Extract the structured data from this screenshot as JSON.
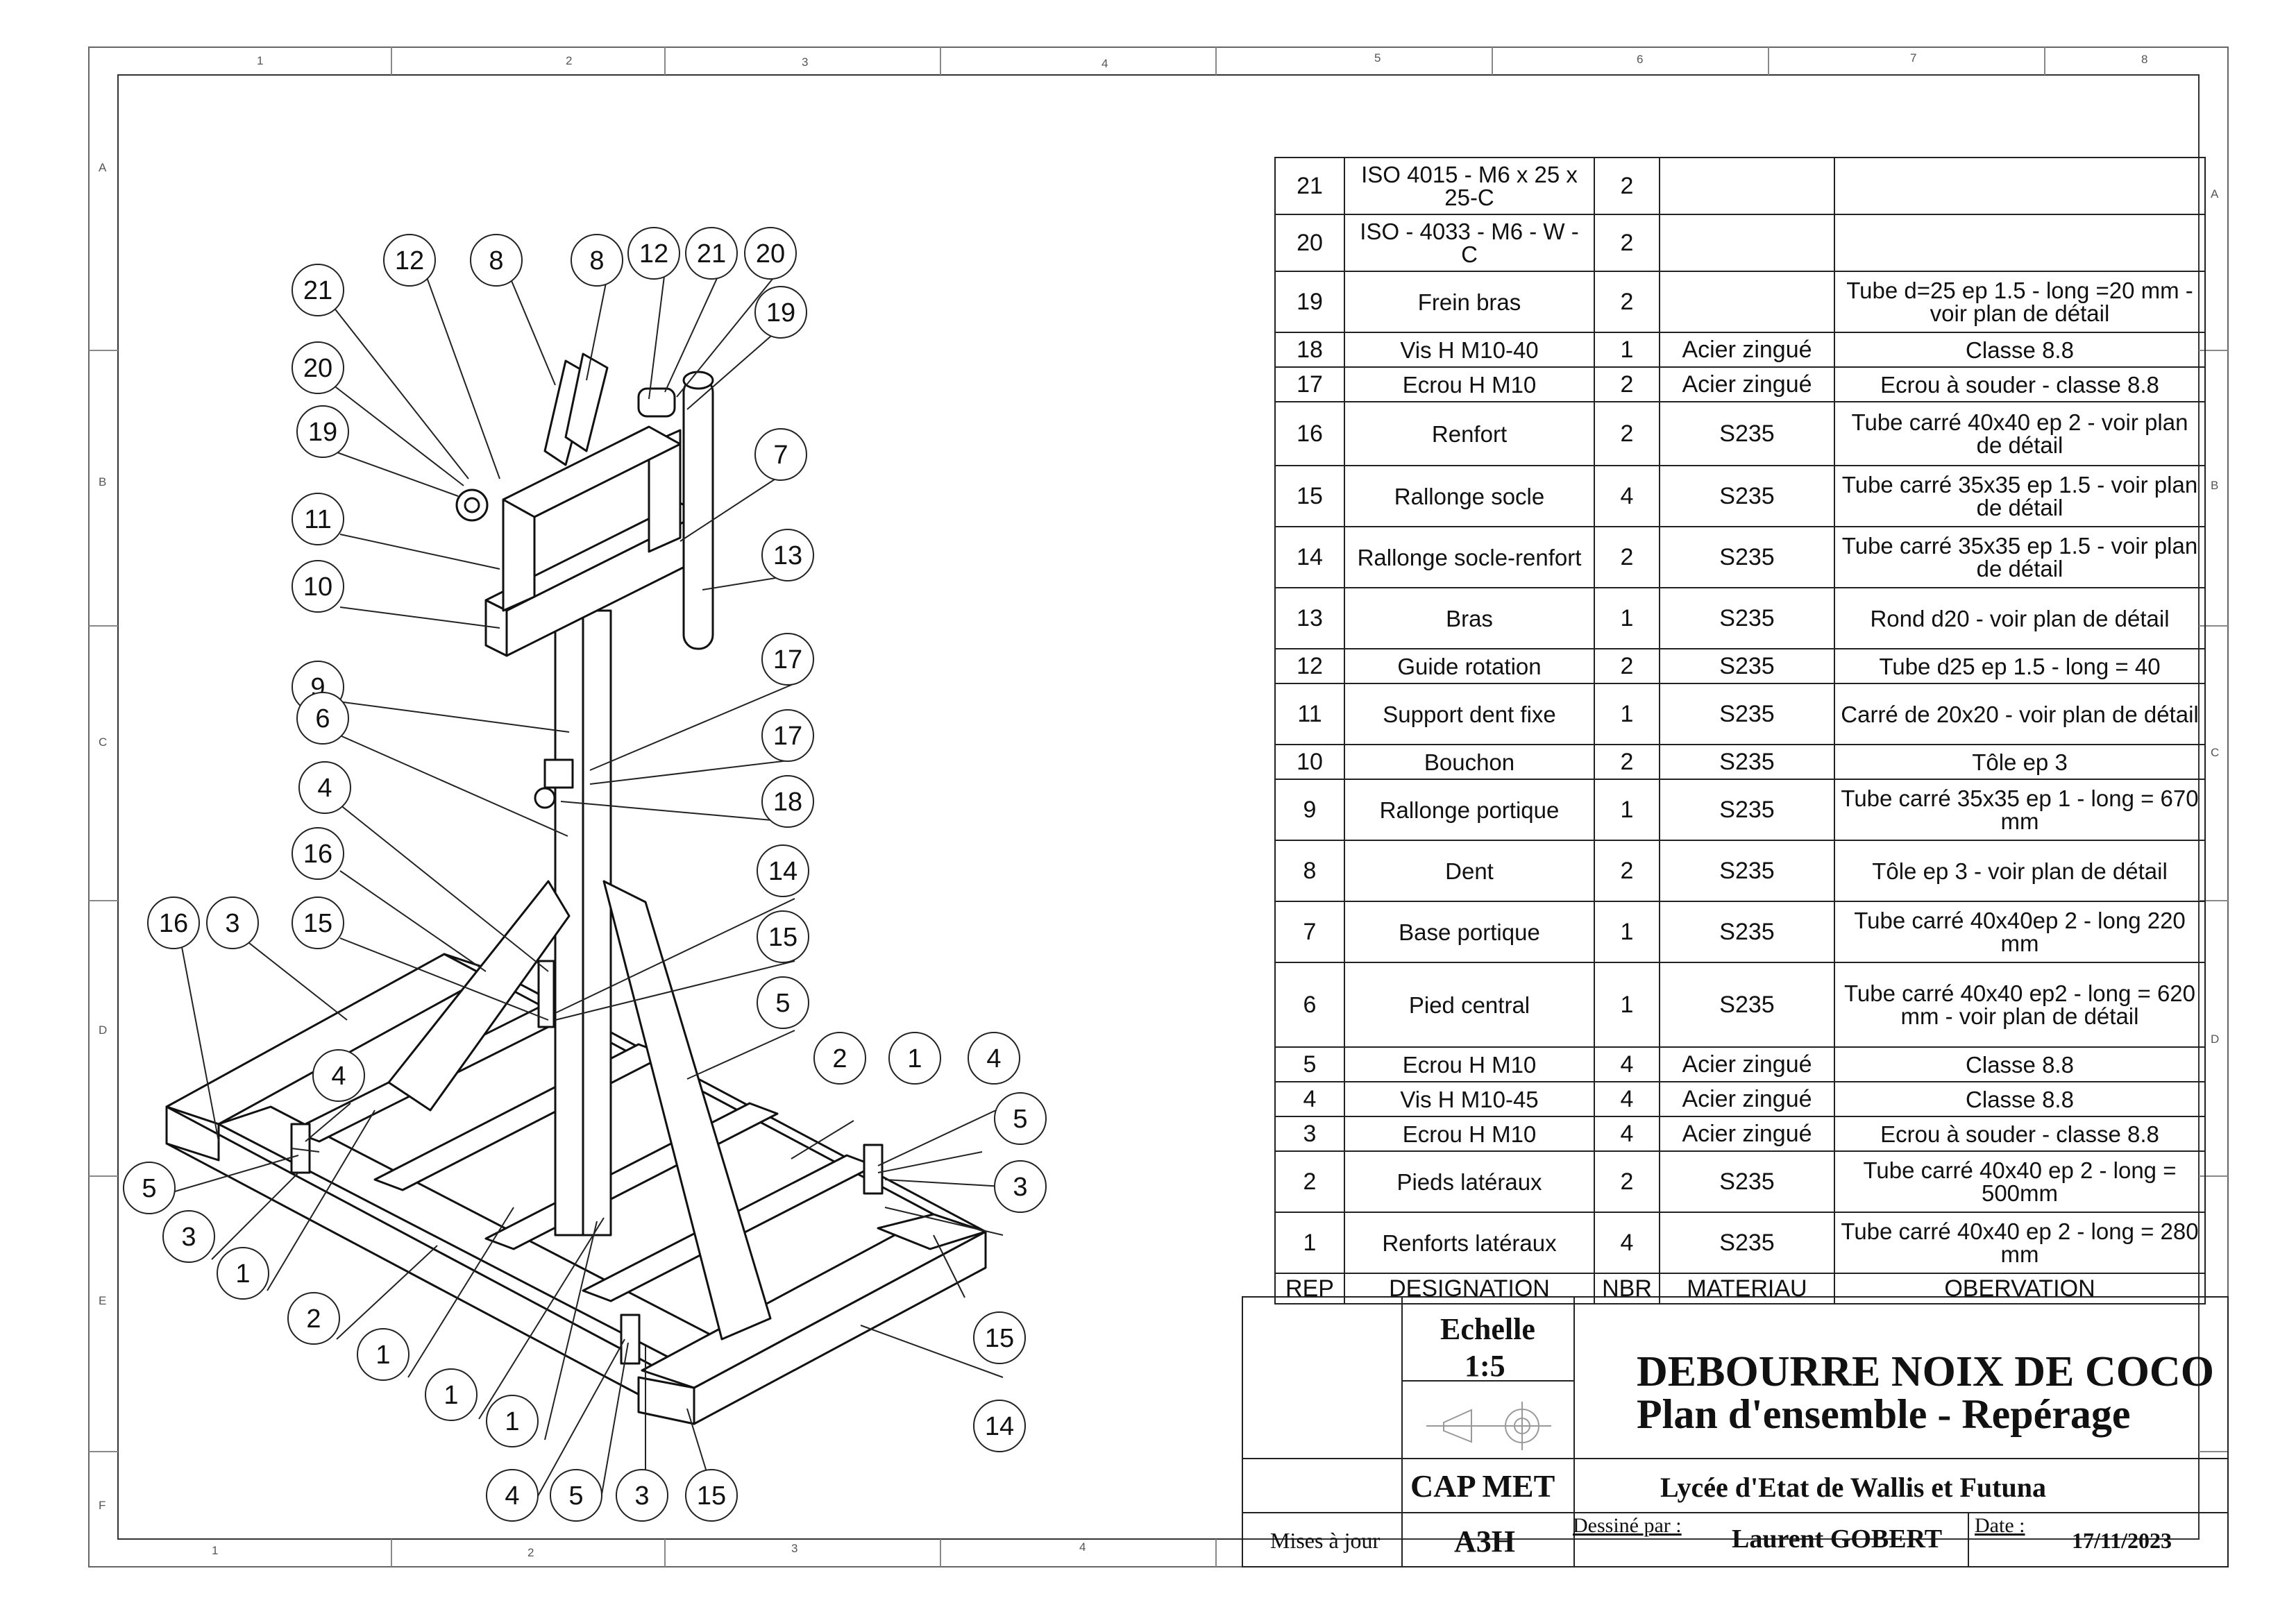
{
  "border_columns": [
    "1",
    "2",
    "3",
    "4",
    "5",
    "6",
    "7",
    "8"
  ],
  "border_rows": [
    "A",
    "B",
    "C",
    "D",
    "E",
    "F"
  ],
  "callouts": [
    "21",
    "12",
    "8",
    "8",
    "12",
    "21",
    "20",
    "19",
    "20",
    "19",
    "11",
    "10",
    "7",
    "13",
    "9",
    "6",
    "17",
    "17",
    "18",
    "4",
    "16",
    "15",
    "14",
    "15",
    "5",
    "3",
    "16",
    "4",
    "2",
    "1",
    "4",
    "5",
    "3",
    "5",
    "3",
    "1",
    "2",
    "1",
    "1",
    "1",
    "15",
    "14",
    "4",
    "5",
    "3",
    "15"
  ],
  "bom": {
    "header": {
      "rep": "REP",
      "designation": "DESIGNATION",
      "nbr": "NBR",
      "materiau": "MATERIAU",
      "observation": "OBERVATION"
    },
    "rows": [
      {
        "rep": "21",
        "designation": "ISO 4015 - M6 x 25 x 25-C",
        "nbr": "2",
        "materiau": "",
        "observation": ""
      },
      {
        "rep": "20",
        "designation": "ISO - 4033 - M6 - W - C",
        "nbr": "2",
        "materiau": "",
        "observation": ""
      },
      {
        "rep": "19",
        "designation": "Frein bras",
        "nbr": "2",
        "materiau": "",
        "observation": "Tube d=25 ep 1.5 - long =20 mm - voir plan de détail"
      },
      {
        "rep": "18",
        "designation": "Vis H M10-40",
        "nbr": "1",
        "materiau": "Acier zingué",
        "observation": "Classe 8.8"
      },
      {
        "rep": "17",
        "designation": "Ecrou H M10",
        "nbr": "2",
        "materiau": "Acier zingué",
        "observation": "Ecrou à souder - classe 8.8"
      },
      {
        "rep": "16",
        "designation": "Renfort",
        "nbr": "2",
        "materiau": "S235",
        "observation": "Tube carré 40x40 ep 2 - voir plan de détail"
      },
      {
        "rep": "15",
        "designation": "Rallonge socle",
        "nbr": "4",
        "materiau": "S235",
        "observation": "Tube carré 35x35 ep 1.5 - voir plan de détail"
      },
      {
        "rep": "14",
        "designation": "Rallonge socle-renfort",
        "nbr": "2",
        "materiau": "S235",
        "observation": "Tube carré 35x35 ep 1.5 - voir plan de détail"
      },
      {
        "rep": "13",
        "designation": "Bras",
        "nbr": "1",
        "materiau": "S235",
        "observation": "Rond d20 - voir plan de détail"
      },
      {
        "rep": "12",
        "designation": "Guide rotation",
        "nbr": "2",
        "materiau": "S235",
        "observation": "Tube d25 ep 1.5 - long = 40"
      },
      {
        "rep": "11",
        "designation": "Support dent fixe",
        "nbr": "1",
        "materiau": "S235",
        "observation": "Carré de 20x20 - voir plan de détail"
      },
      {
        "rep": "10",
        "designation": "Bouchon",
        "nbr": "2",
        "materiau": "S235",
        "observation": "Tôle ep 3"
      },
      {
        "rep": "9",
        "designation": "Rallonge portique",
        "nbr": "1",
        "materiau": "S235",
        "observation": "Tube carré 35x35 ep 1 - long = 670 mm"
      },
      {
        "rep": "8",
        "designation": "Dent",
        "nbr": "2",
        "materiau": "S235",
        "observation": "Tôle ep 3 - voir plan de détail"
      },
      {
        "rep": "7",
        "designation": "Base portique",
        "nbr": "1",
        "materiau": "S235",
        "observation": "Tube carré 40x40ep 2 - long 220 mm"
      },
      {
        "rep": "6",
        "designation": "Pied central",
        "nbr": "1",
        "materiau": "S235",
        "observation": "Tube carré 40x40 ep2 - long = 620 mm - voir plan de détail"
      },
      {
        "rep": "5",
        "designation": "Ecrou H M10",
        "nbr": "4",
        "materiau": "Acier zingué",
        "observation": "Classe 8.8"
      },
      {
        "rep": "4",
        "designation": "Vis H M10-45",
        "nbr": "4",
        "materiau": "Acier zingué",
        "observation": "Classe 8.8"
      },
      {
        "rep": "3",
        "designation": "Ecrou H M10",
        "nbr": "4",
        "materiau": "Acier zingué",
        "observation": "Ecrou à souder - classe 8.8"
      },
      {
        "rep": "2",
        "designation": "Pieds latéraux",
        "nbr": "2",
        "materiau": "S235",
        "observation": "Tube carré 40x40 ep 2 - long = 500mm"
      },
      {
        "rep": "1",
        "designation": "Renforts latéraux",
        "nbr": "4",
        "materiau": "S235",
        "observation": "Tube carré 40x40 ep 2 - long = 280 mm"
      }
    ]
  },
  "title_block": {
    "echelle_label": "Echelle",
    "echelle_value": "1:5",
    "title_line1": "DEBOURRE NOIX DE COCO",
    "title_line2": "Plan d'ensemble  -  Repérage",
    "cap": "CAP MET",
    "school": "Lycée d'Etat de Wallis et Futuna",
    "mises_a_jour": "Mises à jour",
    "format": "A3H",
    "dessine_par_label": "Dessiné par :",
    "author": "Laurent GOBERT",
    "date_label": "Date :",
    "date": "17/11/2023"
  }
}
